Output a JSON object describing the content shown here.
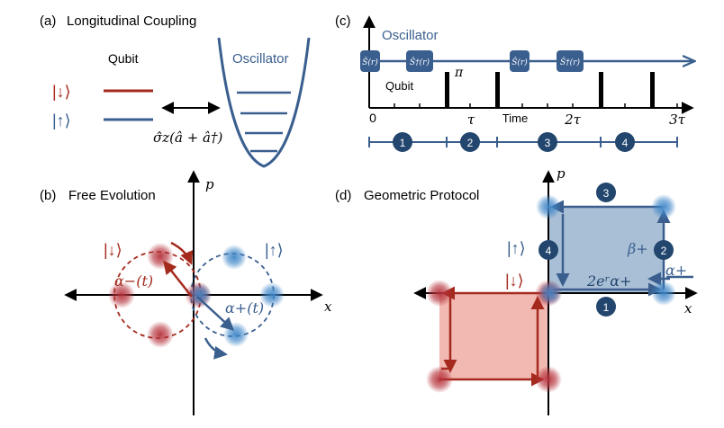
{
  "colors": {
    "red": "#a52a1e",
    "blue": "#3a5f8f",
    "box_blue": "#a9bfd6",
    "box_red": "#f2b8b2",
    "badge": "#23466e",
    "red_blob": "#b5313a",
    "blue_blob": "#3f86c8"
  },
  "panel_a": {
    "label": "(a)",
    "title": "Longitudinal Coupling",
    "qubit": "Qubit",
    "oscillator": "Oscillator",
    "ket_down": "|↓⟩",
    "ket_up": "|↑⟩",
    "coupling": "σ̂z(â + â†)"
  },
  "panel_c": {
    "label": "(c)",
    "oscillator": "Oscillator",
    "qubit": "Qubit",
    "pi": "π",
    "ops": [
      "Ŝ(r)",
      "Ŝ†(r)",
      "Ŝ(r)",
      "Ŝ†(r)"
    ],
    "ticks": [
      "0",
      "τ",
      "Time",
      "2τ",
      "3τ"
    ],
    "steps": [
      "1",
      "2",
      "3",
      "4"
    ]
  },
  "panel_b": {
    "label": "(b)",
    "title": "Free Evolution",
    "p": "p",
    "x": "x",
    "ket_down": "|↓⟩",
    "ket_up": "|↑⟩",
    "alpha_minus": "α−(t)",
    "alpha_plus": "α+(t)"
  },
  "panel_d": {
    "label": "(d)",
    "title": "Geometric Protocol",
    "p": "p",
    "x": "x",
    "ket_up": "|↑⟩",
    "ket_down": "|↓⟩",
    "beta": "β+",
    "alpha": "α+",
    "squeezed": "2eʳα+",
    "steps": [
      "1",
      "2",
      "3",
      "4"
    ]
  }
}
